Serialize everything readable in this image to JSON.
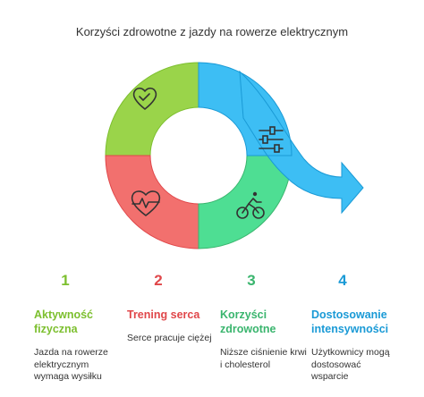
{
  "title": "Korzyści zdrowotne z jazdy na rowerze elektrycznym",
  "colors": {
    "green_light": "#9ad44a",
    "red": "#f2706e",
    "green": "#4ede93",
    "blue": "#3dbef4",
    "text": "#333333"
  },
  "steps": [
    {
      "number": "1",
      "heading_lines": [
        "Aktywność",
        "fizyczna"
      ],
      "desc_lines": [
        "Jazda na rowerze",
        "elektrycznym",
        "wymaga wysiłku"
      ],
      "color": "#7cbf2e",
      "icon": "heart-check-icon"
    },
    {
      "number": "2",
      "heading_lines": [
        "Trening serca"
      ],
      "desc_lines": [
        "Serce pracuje ciężej"
      ],
      "color": "#e0474a",
      "icon": "heartbeat-icon"
    },
    {
      "number": "3",
      "heading_lines": [
        "Korzyści",
        "zdrowotne"
      ],
      "desc_lines": [
        "Niższe ciśnienie krwi",
        "i cholesterol"
      ],
      "color": "#3ab56e",
      "icon": "cyclist-icon"
    },
    {
      "number": "4",
      "heading_lines": [
        "Dostosowanie",
        "intensywności"
      ],
      "desc_lines": [
        "Użytkownicy mogą",
        "dostosować",
        "wsparcie"
      ],
      "color": "#1a9ad6",
      "icon": "sliders-icon"
    }
  ]
}
